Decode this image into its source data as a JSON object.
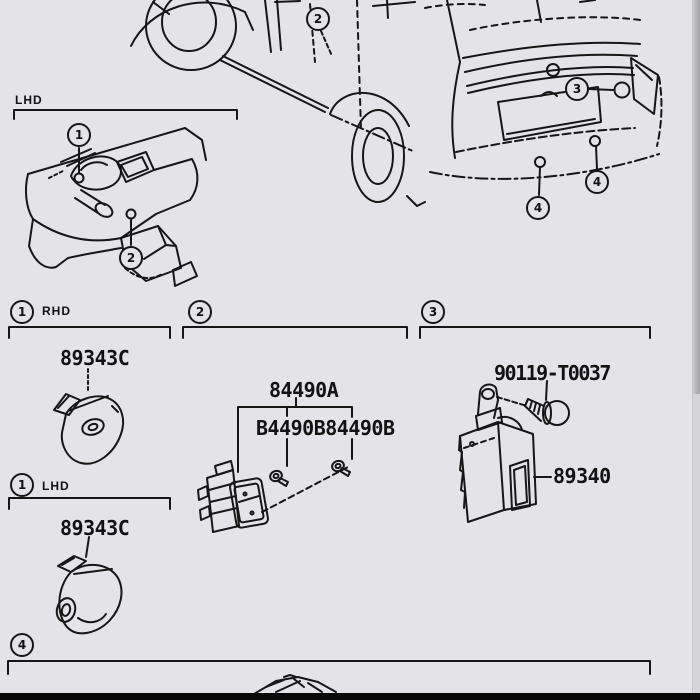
{
  "page": {
    "background": "#e4e4e8",
    "line_color": "#161616"
  },
  "vehicle_view": {
    "lhd_label": "LHD",
    "callouts": {
      "front_door": "2",
      "back_hatch": "3",
      "bumper_left": "4",
      "bumper_right": "4",
      "dash_upper": "1",
      "dash_lower": "2"
    }
  },
  "sections": {
    "sensor_rhd": {
      "callout": "1",
      "drive_label": "RHD",
      "part_number": "89343C"
    },
    "switch": {
      "callout": "2",
      "part_number_a": "84490A",
      "part_number_b1": "B4490B",
      "part_number_b2": "84490B"
    },
    "ecu": {
      "callout": "3",
      "screw_part_number": "90119-T0037",
      "part_number": "89340"
    },
    "sensor_lhd": {
      "callout": "1",
      "drive_label": "LHD",
      "part_number": "89343C"
    },
    "bottom": {
      "callout": "4"
    }
  }
}
